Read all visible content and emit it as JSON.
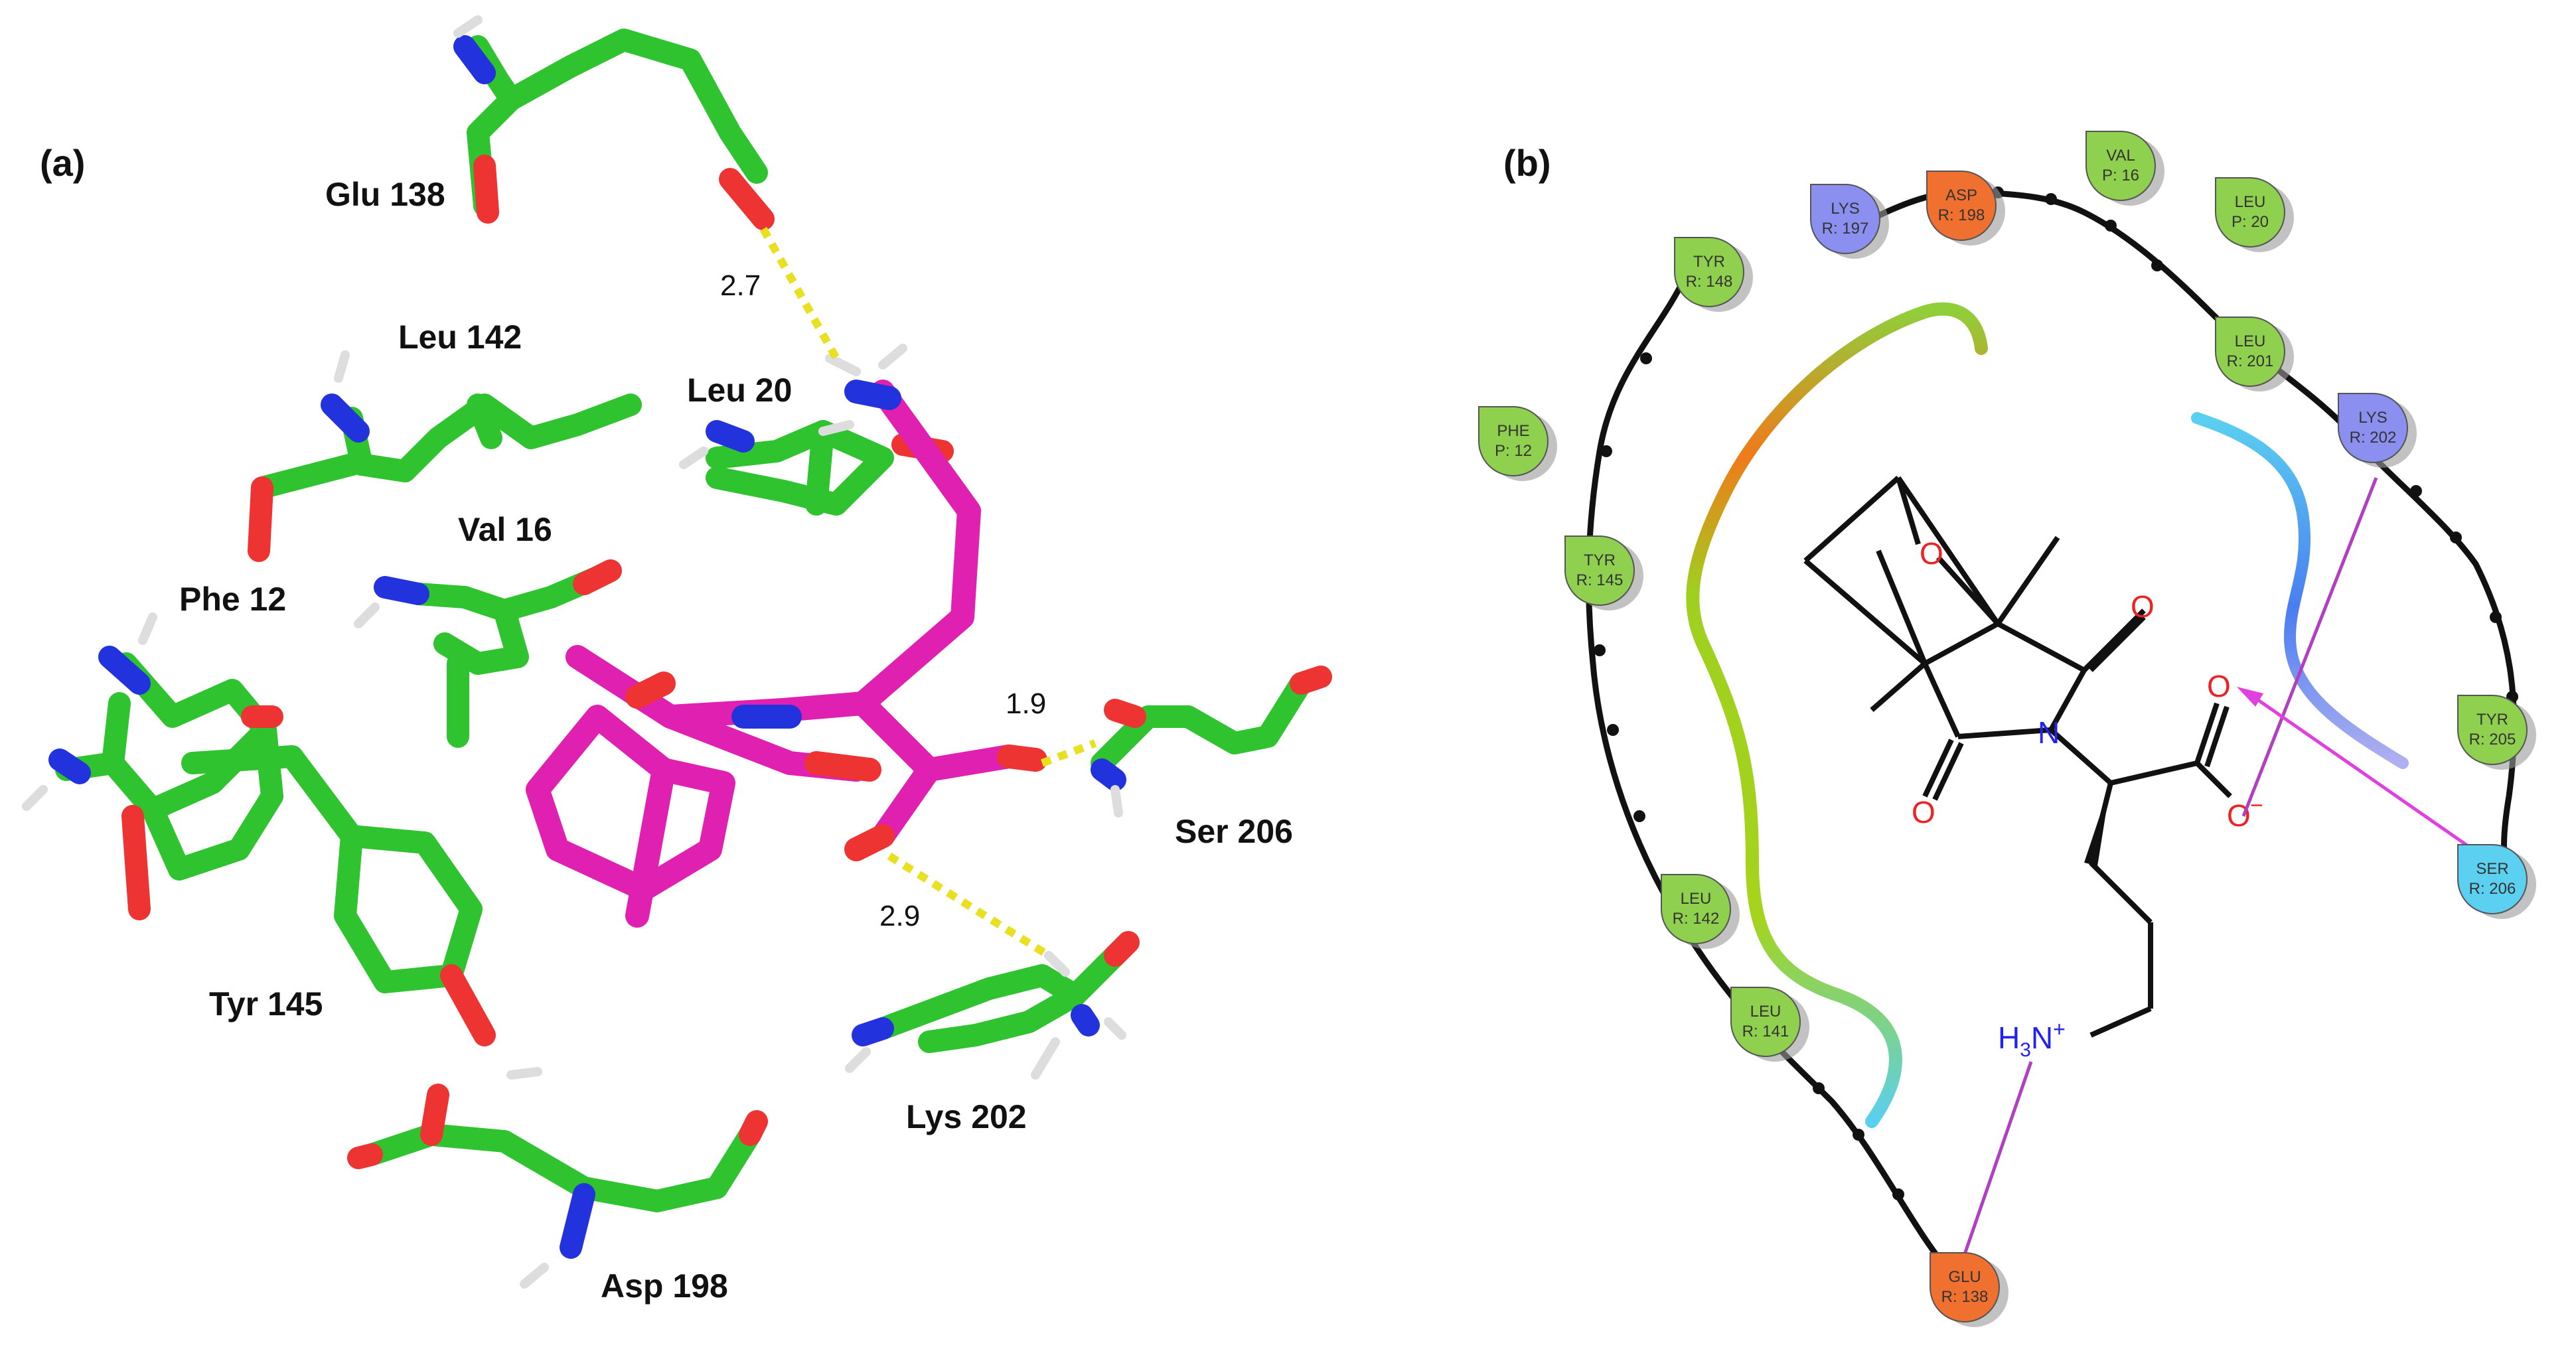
{
  "panel_a": {
    "label": "(a)",
    "residues": {
      "glu138": "Glu 138",
      "leu142": "Leu 142",
      "leu20": "Leu 20",
      "val16": "Val 16",
      "phe12": "Phe 12",
      "tyr145": "Tyr 145",
      "ser206": "Ser 206",
      "lys202": "Lys 202",
      "asp198": "Asp 198"
    },
    "distances": {
      "glu138": "2.7",
      "ser206": "1.9",
      "lys202": "2.9"
    }
  },
  "panel_b": {
    "label": "(b)",
    "residues": {
      "lys197": {
        "name": "LYS",
        "num": "R: 197"
      },
      "asp198": {
        "name": "ASP",
        "num": "R: 198"
      },
      "val16": {
        "name": "VAL",
        "num": "P: 16"
      },
      "leu20": {
        "name": "LEU",
        "num": "P: 20"
      },
      "tyr148": {
        "name": "TYR",
        "num": "R: 148"
      },
      "leu201": {
        "name": "LEU",
        "num": "R: 201"
      },
      "lys202": {
        "name": "LYS",
        "num": "R: 202"
      },
      "phe12": {
        "name": "PHE",
        "num": "P: 12"
      },
      "tyr145": {
        "name": "TYR",
        "num": "R: 145"
      },
      "tyr205": {
        "name": "TYR",
        "num": "R: 205"
      },
      "ser206": {
        "name": "SER",
        "num": "R: 206"
      },
      "leu142": {
        "name": "LEU",
        "num": "R: 142"
      },
      "leu141": {
        "name": "LEU",
        "num": "R: 141"
      },
      "glu138": {
        "name": "GLU",
        "num": "R: 138"
      }
    },
    "atoms": {
      "o_bridge": "O",
      "o_imide_top": "O",
      "o_imide_bottom": "O",
      "n_imide": "N",
      "o_carbonyl": "O",
      "o_carboxylate": "O",
      "o_minus": "−",
      "ammonium": "H",
      "ammonium_sub": "3",
      "ammonium_n": "N",
      "ammonium_plus": "+"
    },
    "colors": {
      "hydrophobic": "#8fd14f",
      "positive": "#8a8ff0",
      "negative": "#f07030",
      "polar": "#5bd0f0",
      "hbond": "#e040e0",
      "salt_bridge": "#b040c0"
    }
  }
}
